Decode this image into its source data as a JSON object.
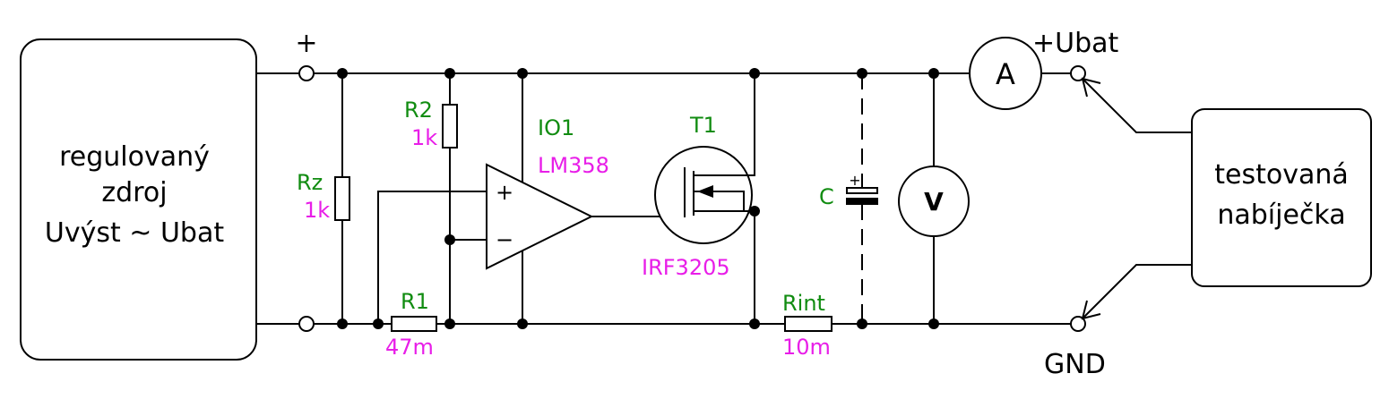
{
  "source_box": {
    "line1": "regulovaný",
    "line2": "zdroj",
    "line3": "Uvýst ~ Ubat"
  },
  "charger_box": {
    "line1": "testovaná",
    "line2": "nabíječka"
  },
  "terminals": {
    "plus_left": "+",
    "plus_right": "+Ubat",
    "gnd": "GND"
  },
  "components": {
    "rz": {
      "name": "Rz",
      "value": "1k"
    },
    "r2": {
      "name": "R2",
      "value": "1k"
    },
    "r1": {
      "name": "R1",
      "value": "47m"
    },
    "io1": {
      "name": "IO1",
      "value": "LM358"
    },
    "opamp_plus": "+",
    "opamp_minus": "−",
    "t1": {
      "name": "T1",
      "value": "IRF3205"
    },
    "c": {
      "name": "C",
      "polarity": "+"
    },
    "rint": {
      "name": "Rint",
      "value": "10m"
    },
    "ammeter": "A",
    "voltmeter": "V"
  },
  "colors": {
    "name_label": "#118c11",
    "value_label": "#e81ee8",
    "wire": "#000000"
  }
}
